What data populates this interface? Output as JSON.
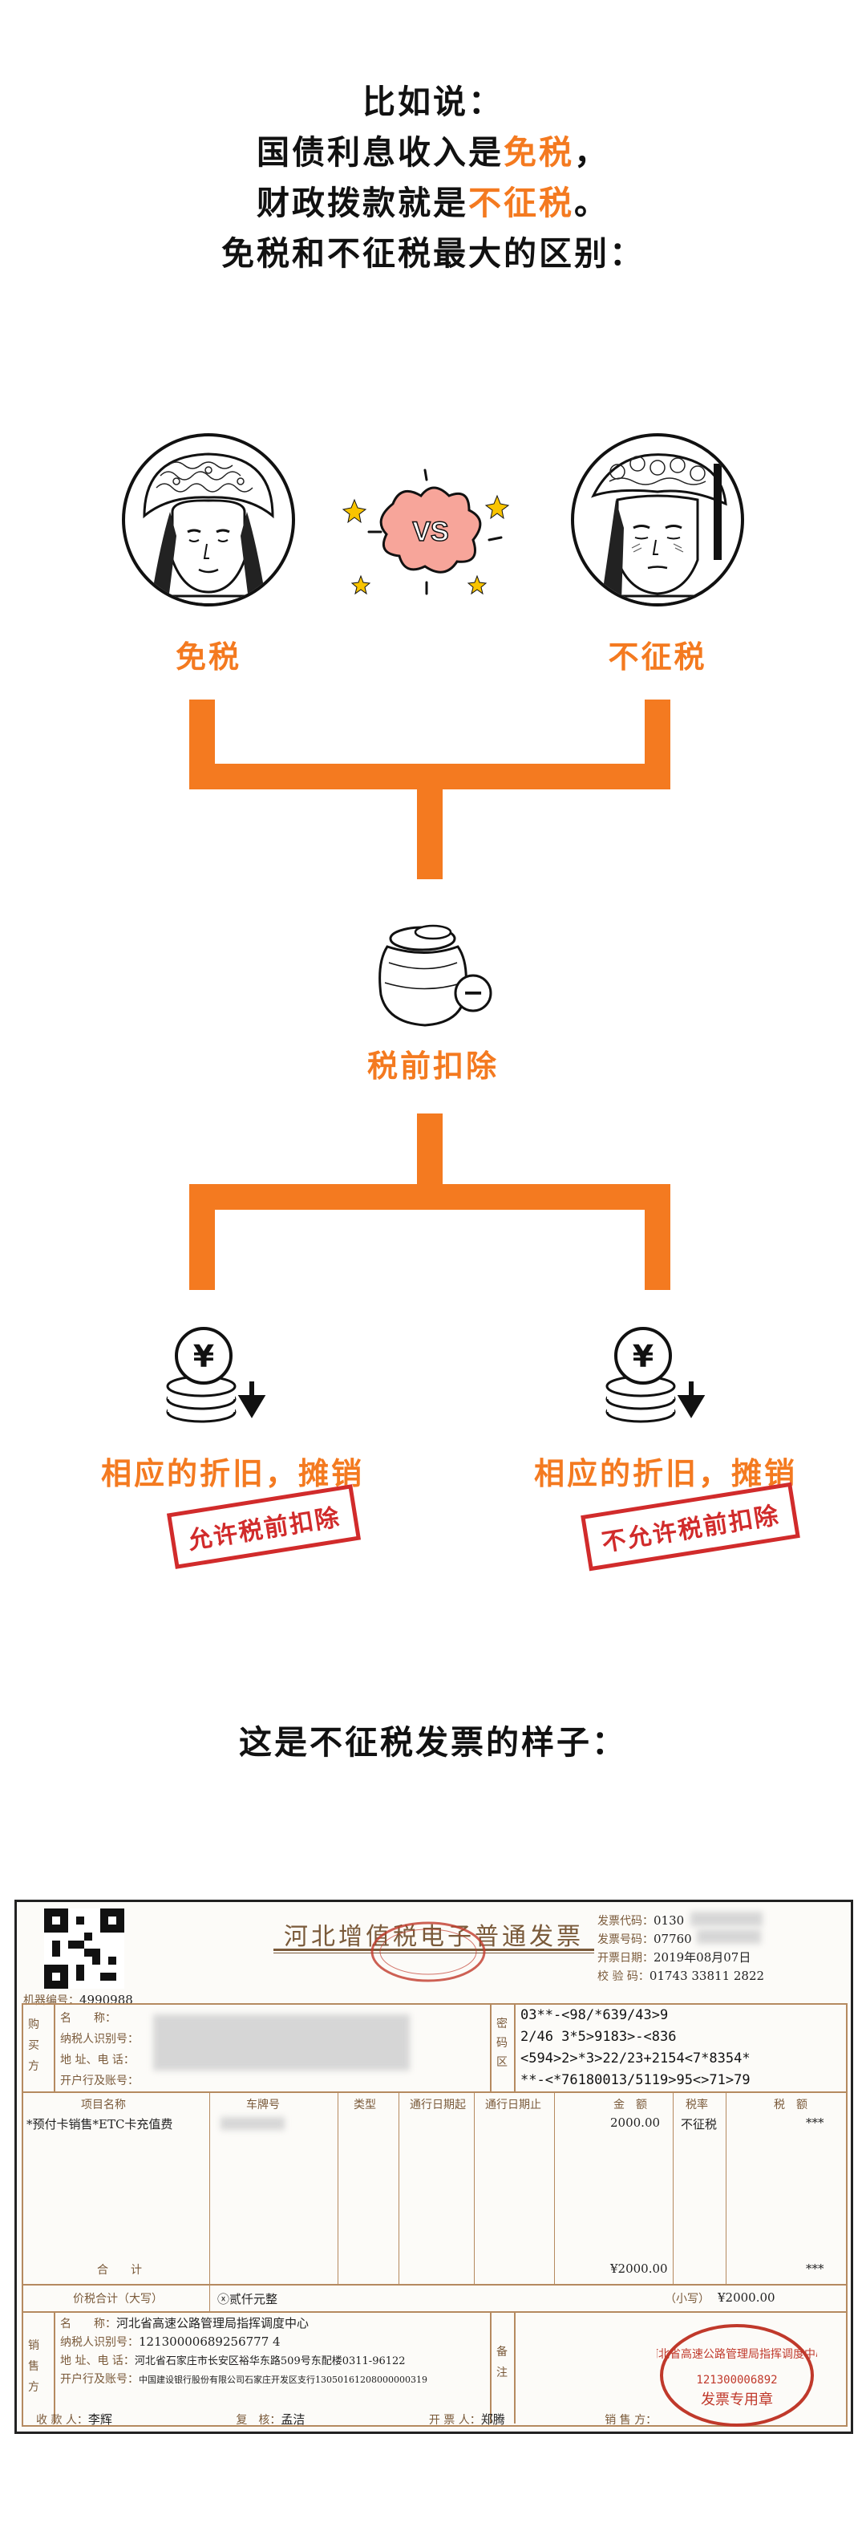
{
  "intro": {
    "line1": "比如说：",
    "line2_pre": "国债利息收入是",
    "line2_hl": "免税",
    "line2_post": "，",
    "line3_pre": "财政拨款就是",
    "line3_hl": "不征税",
    "line3_post": "。",
    "line4": "免税和不征税最大的区别："
  },
  "vs": {
    "text": "VS"
  },
  "left_label": "免税",
  "right_label": "不征税",
  "middle_label": "税前扣除",
  "minus_symbol": "−",
  "yuan_symbol": "¥",
  "left_branch": {
    "text": "相应的折旧，摊销",
    "stamp": "允许税前扣除"
  },
  "right_branch": {
    "text": "相应的折旧，摊销",
    "stamp": "不允许税前扣除"
  },
  "caption": "这是不征税发票的样子：",
  "colors": {
    "accent": "#f47a20",
    "stamp": "#d12b2b",
    "seal": "#c0392b"
  },
  "invoice": {
    "title": "河北增值税电子普通发票",
    "machine_no_label": "机器编号：",
    "machine_no": "4990988",
    "code_label": "发票代码：",
    "code": "0130",
    "number_label": "发票号码：",
    "number": "07760",
    "date_label": "开票日期：",
    "date": "2019年08月07日",
    "check_label": "校 验 码：",
    "check": "01743 33811 2822",
    "buyer_side": "购买方",
    "buyer_fields": [
      "名　　称：",
      "纳税人识别号：",
      "地 址、电 话：",
      "开户行及账号："
    ],
    "cipher_side": "密码区",
    "cipher": [
      "03**-<98/*639/43>9",
      "2/46 3*5>9183>-<836",
      "<594>2>*3>22/23+2154<7*8354*",
      "**-<*76180013/5119>95<>71>79"
    ],
    "cols": [
      "项目名称",
      "车牌号",
      "类型",
      "通行日期起",
      "通行日期止",
      "金　额",
      "税率",
      "税　额"
    ],
    "item_name": "*预付卡销售*ETC卡充值费",
    "item_amount": "2000.00",
    "item_rate": "不征税",
    "item_tax": "***",
    "total_label": "合　　计",
    "total_amount": "¥2000.00",
    "total_tax": "***",
    "price_tax_label": "价税合计（大写）",
    "price_tax_words": "ⓧ贰仟元整",
    "small_label": "（小写）",
    "small_amount": "¥2000.00",
    "seller_side": "销售方",
    "seller_name_label": "名　　称：",
    "seller_name": "河北省高速公路管理局指挥调度中心",
    "seller_taxid_label": "纳税人识别号：",
    "seller_taxid": "12130000689256777 4",
    "seller_addr_label": "地 址、电 话：",
    "seller_addr": "河北省石家庄市长安区裕华东路509号东配楼0311-96122",
    "seller_bank_label": "开户行及账号：",
    "seller_bank": "中国建设银行股份有限公司石家庄开发区支行13050161208000000319",
    "remark_label": "备注",
    "payee_label": "收 款 人：",
    "payee": "李辉",
    "reviewer_label": "复　核：",
    "reviewer": "孟洁",
    "drawer_label": "开 票 人：",
    "drawer": "郑腾",
    "seller_label": "销 售 方：",
    "seal_top": "河北省高速公路管理局指挥调度中心",
    "seal_mid": "121300006892",
    "seal_bottom": "发票专用章"
  }
}
